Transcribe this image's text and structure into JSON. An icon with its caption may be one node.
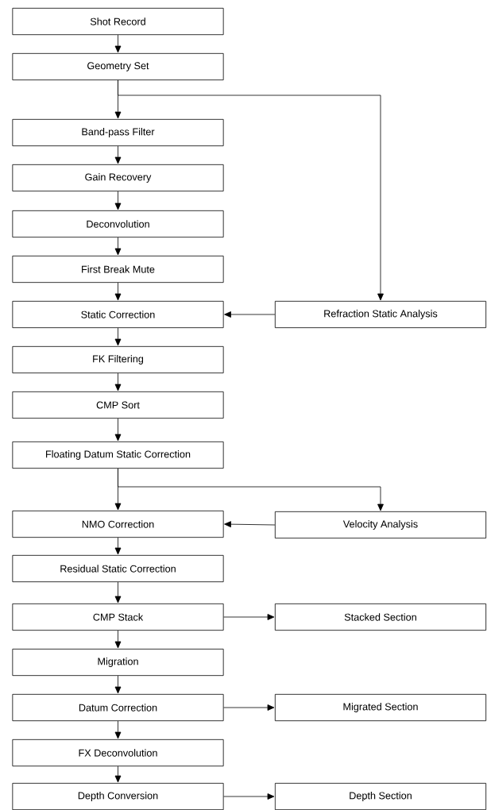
{
  "diagram": {
    "nodes": [
      {
        "text": [
          "Shot Record"
        ]
      },
      {
        "text": [
          "Geometry Set"
        ]
      },
      {
        "text": [
          "Band-pass Filter"
        ]
      },
      {
        "text": [
          "Gain Recovery"
        ]
      },
      {
        "text": [
          "Deconvolution"
        ]
      },
      {
        "text": [
          "First Break Mute"
        ]
      },
      {
        "text": [
          "Static Correction"
        ]
      },
      {
        "text": [
          "Refraction Static Analysis"
        ]
      },
      {
        "text": [
          "FK Filtering"
        ]
      },
      {
        "text": [
          "CMP Sort"
        ]
      },
      {
        "text": [
          "Floating Datum Static Correction"
        ]
      },
      {
        "text": [
          "NMO Correction"
        ]
      },
      {
        "text": [
          "Velocity Analysis"
        ]
      },
      {
        "text": [
          "Residual Static Correction"
        ]
      },
      {
        "text": [
          "CMP Stack"
        ]
      },
      {
        "text": [
          "Stacked Section"
        ]
      },
      {
        "text": [
          "Migration"
        ]
      },
      {
        "text": [
          "Datum Correction"
        ]
      },
      {
        "text": [
          "Migrated Section"
        ]
      },
      {
        "text": [
          "FX Deconvolution"
        ]
      },
      {
        "text": [
          "Depth Conversion"
        ]
      },
      {
        "text": [
          "Depth Section"
        ]
      }
    ],
    "edges": [
      {
        "from": 0,
        "to": 1,
        "arrow": "to"
      },
      {
        "from": 1,
        "to": 2,
        "arrow": "to"
      },
      {
        "from": 1,
        "to": 7,
        "arrow": "to"
      },
      {
        "from": 2,
        "to": 3,
        "arrow": "to"
      },
      {
        "from": 3,
        "to": 4,
        "arrow": "to"
      },
      {
        "from": 4,
        "to": 5,
        "arrow": "to"
      },
      {
        "from": 5,
        "to": 6,
        "arrow": "to"
      },
      {
        "from": 7,
        "to": 6,
        "arrow": "to"
      },
      {
        "from": 6,
        "to": 8,
        "arrow": "to"
      },
      {
        "from": 8,
        "to": 9,
        "arrow": "to"
      },
      {
        "from": 9,
        "to": 10,
        "arrow": "to"
      },
      {
        "from": 10,
        "to": 11,
        "arrow": "to"
      },
      {
        "from": 10,
        "to": 12,
        "arrow": "to"
      },
      {
        "from": 12,
        "to": 11,
        "arrow": "to"
      },
      {
        "from": 11,
        "to": 13,
        "arrow": "to"
      },
      {
        "from": 13,
        "to": 14,
        "arrow": "to"
      },
      {
        "from": 14,
        "to": 15,
        "arrow": "to"
      },
      {
        "from": 14,
        "to": 16,
        "arrow": "to"
      },
      {
        "from": 16,
        "to": 17,
        "arrow": "to"
      },
      {
        "from": 17,
        "to": 18,
        "arrow": "to"
      },
      {
        "from": 17,
        "to": 19,
        "arrow": "to"
      },
      {
        "from": 19,
        "to": 20,
        "arrow": "to"
      },
      {
        "from": 20,
        "to": 21,
        "arrow": "to"
      }
    ]
  }
}
